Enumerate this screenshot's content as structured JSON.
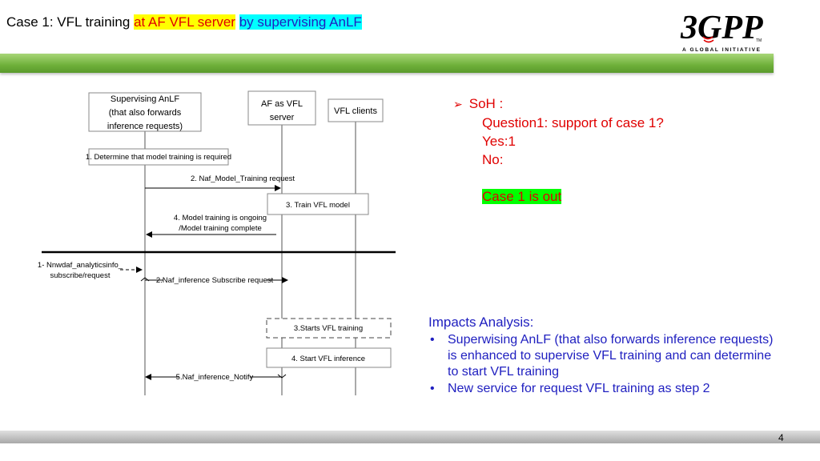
{
  "header": {
    "title_plain": "Case 1:  VFL training ",
    "title_highlight_yellow": "at AF VFL server",
    "title_highlight_cyan": "by supervising AnLF"
  },
  "logo": {
    "brand": "3GPP",
    "tm": "TM",
    "tagline": "A GLOBAL INITIATIVE",
    "icon": "3gpp-logo"
  },
  "diagram": {
    "actors": {
      "anlf": [
        "Supervising AnLF",
        "(that also forwards",
        "inference requests)"
      ],
      "af": [
        "AF as VFL",
        "server"
      ],
      "clients": [
        "VFL clients"
      ]
    },
    "steps": {
      "s1": "1. Determine that model training is required",
      "s2": "2. Naf_Model_Training request",
      "s3": "3. Train VFL model",
      "s4": [
        "4. Model training is ongoing",
        "/Model training complete"
      ],
      "i1": [
        "1- Nnwdaf_analyticsinfo_",
        "subscribe/request"
      ],
      "i2": "2.Naf_inference Subscribe request",
      "i3": "3.Starts VFL training",
      "i4": "4. Start VFL inference",
      "i5": "5.Naf_inference_Notify"
    }
  },
  "soh": {
    "title": "SoH :",
    "question": "Question1: support of case 1?",
    "yes": "Yes:1",
    "no": "No:",
    "conclusion": "Case 1 is out"
  },
  "impacts": {
    "heading": "Impacts Analysis:",
    "bullets": [
      "Superwising AnLF (that also forwards inference requests) is enhanced to supervise VFL training and can determine to start VFL training",
      "New service for request VFL training as step 2"
    ]
  },
  "footer": {
    "page_number": "4"
  },
  "colors": {
    "green_bar": "#6fb03a",
    "red_text": "#e00000",
    "blue_text": "#2020c0",
    "highlight_yellow": "#ffff00",
    "highlight_cyan": "#00ffff",
    "highlight_green": "#00ff00"
  }
}
